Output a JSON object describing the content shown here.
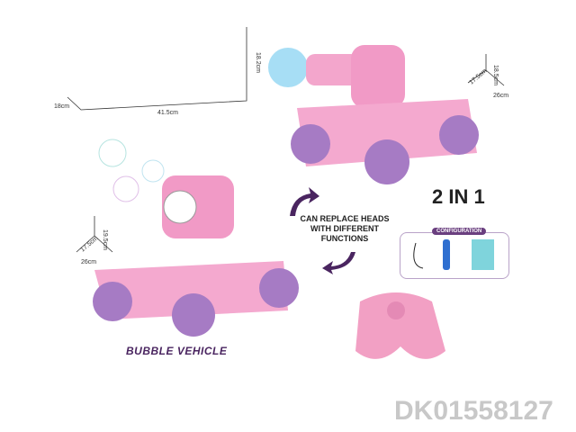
{
  "top_dims": {
    "depth": "18cm",
    "length": "41.5cm",
    "height": "18.2cm"
  },
  "tank_dims": {
    "a": "17.5cm",
    "b": "26cm",
    "c": "18.5cm"
  },
  "bubble_dims": {
    "a": "17.5cm",
    "b": "26cm",
    "c": "19.5cm"
  },
  "headline": "2 IN 1",
  "replace_text": "CAN REPLACE HEADS WITH DIFFERENT FUNCTIONS",
  "configuration": "CONFIGURATION",
  "bubble_title": "BUBBLE VEHICLE",
  "product_code": "DK01558127",
  "colors": {
    "pink": "#f19ac6",
    "purple": "#8a5ab0",
    "accent": "#4a2560"
  }
}
